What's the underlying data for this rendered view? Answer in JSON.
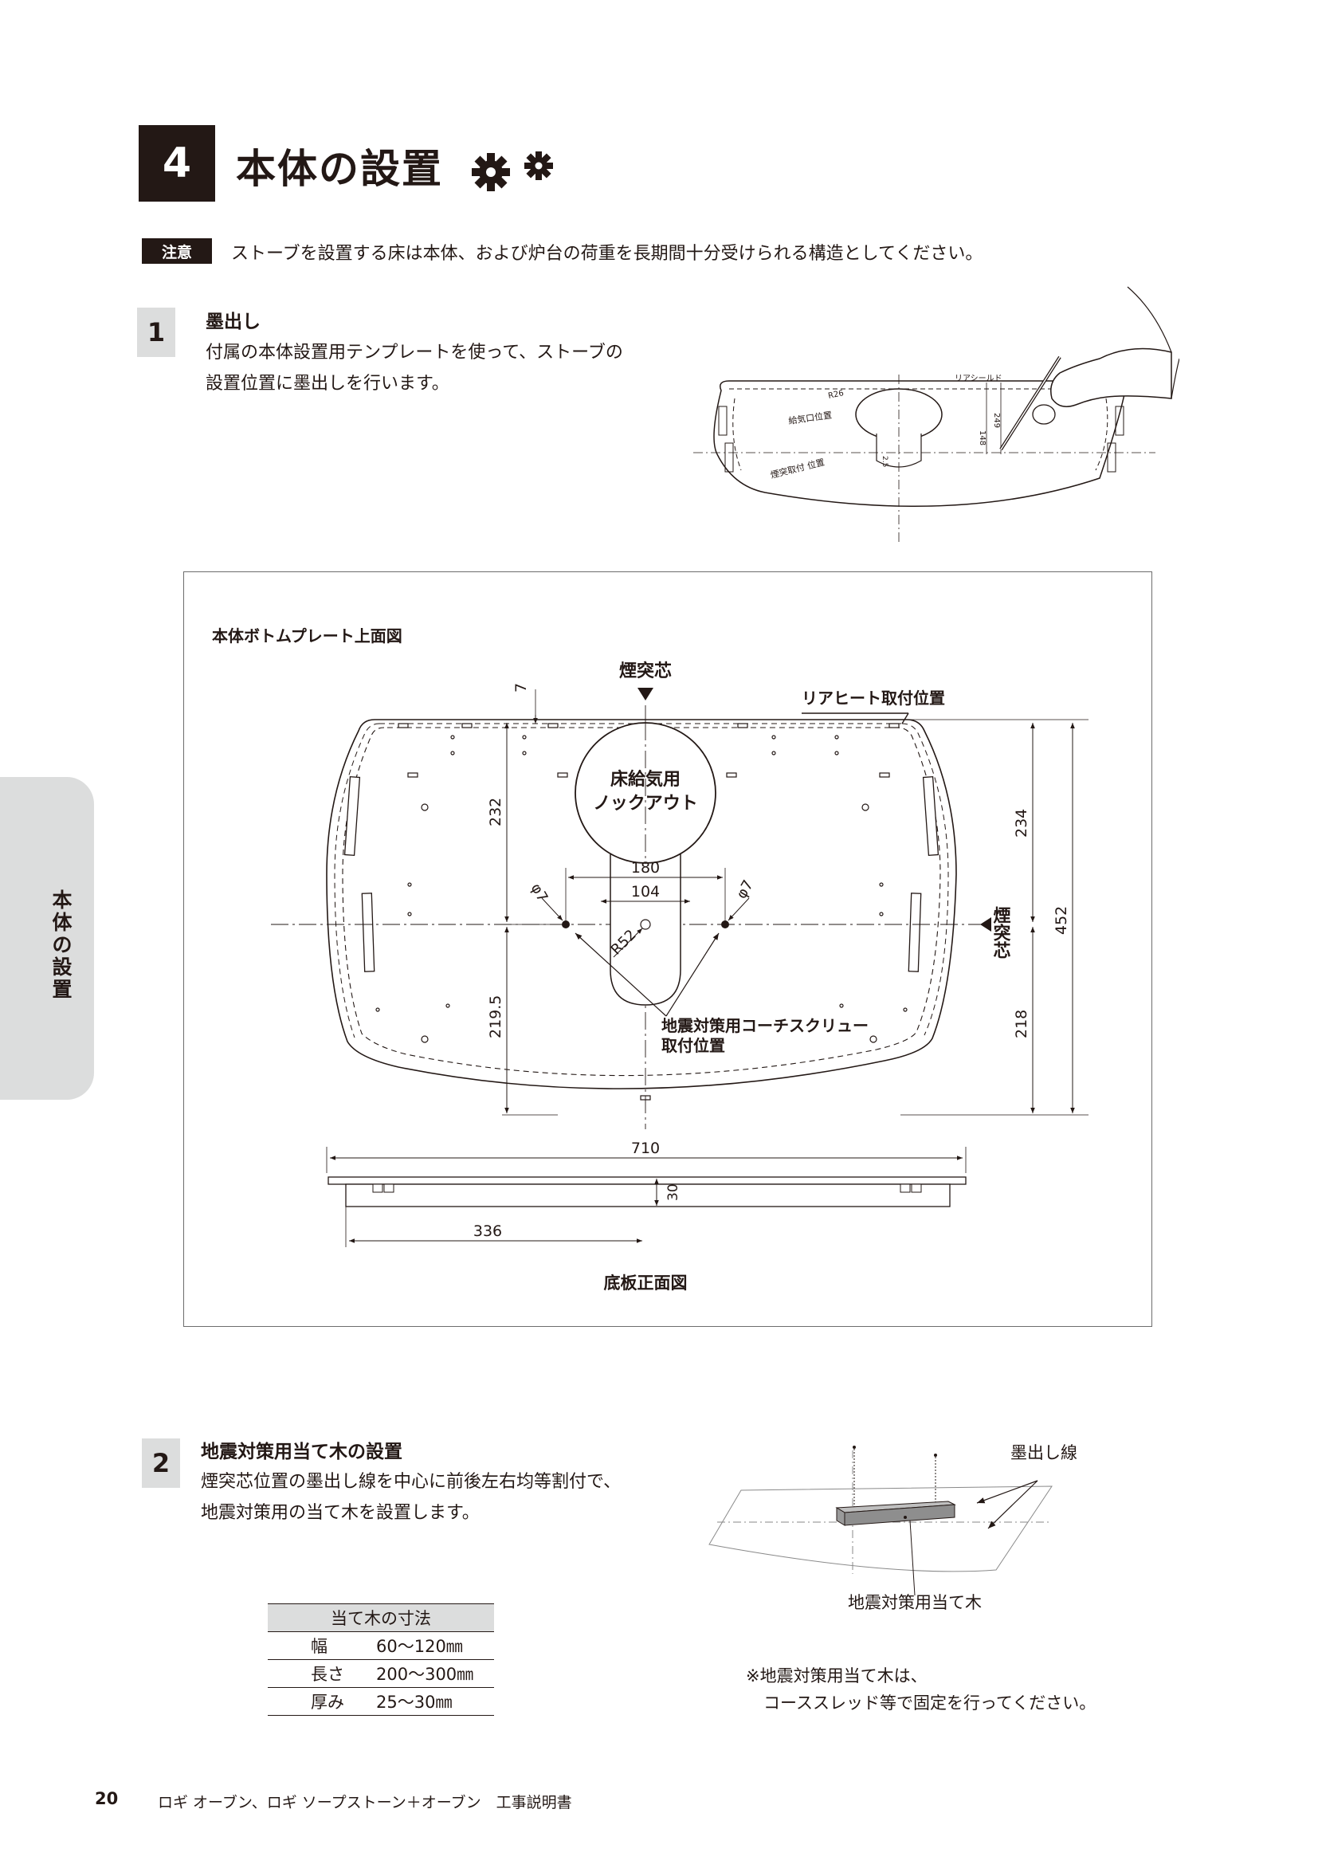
{
  "section": {
    "number": "4",
    "title": "本体の設置"
  },
  "notice": {
    "badge": "注意",
    "text": "ストーブを設置する床は本体、および炉台の荷重を長期間十分受けられる構造としてください。"
  },
  "side_tab": {
    "label": "本体の設置"
  },
  "step1": {
    "number": "1",
    "title": "墨出し",
    "body_line1": "付属の本体設置用テンプレートを使って、ストーブの",
    "body_line2": "設置位置に墨出しを行います。"
  },
  "template_illustration": {
    "labels": [
      "リアシールド",
      "R26",
      "給気口位置",
      "煙突取付 位置",
      "148",
      "249",
      "2.5"
    ]
  },
  "plan_diagram": {
    "title": "本体ボトムプレート上面図",
    "flue_center_top": "煙突芯",
    "flue_center_side": "煙突芯",
    "rear_heat_label": "リアヒート取付位置",
    "knockout_line1": "床給気用",
    "knockout_line2": "ノックアウト",
    "screw_line1": "地震対策用コーチスクリュー",
    "screw_line2": "取付位置",
    "dims": {
      "d7": "7",
      "d232": "232",
      "d219_5": "219.5",
      "d180": "180",
      "d104": "104",
      "phi7_left": "φ7",
      "phi7_right": "φ7",
      "r52": "R52",
      "d234": "234",
      "d218": "218",
      "d452": "452"
    }
  },
  "front_diagram": {
    "title": "底板正面図",
    "d710": "710",
    "d30": "30",
    "d336": "336"
  },
  "step2": {
    "number": "2",
    "title": "地震対策用当て木の設置",
    "body_line1": "煙突芯位置の墨出し線を中心に前後左右均等割付で、",
    "body_line2": "地震対策用の当て木を設置します。"
  },
  "wood_table": {
    "header": "当て木の寸法",
    "rows": [
      {
        "label": "幅",
        "value": "60〜120㎜"
      },
      {
        "label": "長さ",
        "value": "200〜300㎜"
      },
      {
        "label": "厚み",
        "value": "25〜30㎜"
      }
    ]
  },
  "wood_illustration": {
    "marking_line": "墨出し線",
    "wood_label": "地震対策用当て木"
  },
  "wood_note": {
    "line1": "※地震対策用当て木は、",
    "line2": "コーススレッド等で固定を行ってください。"
  },
  "footer": {
    "page_number": "20",
    "doc_title": "ロギ オーブン、ロギ ソープストーン＋オーブン　工事説明書"
  }
}
